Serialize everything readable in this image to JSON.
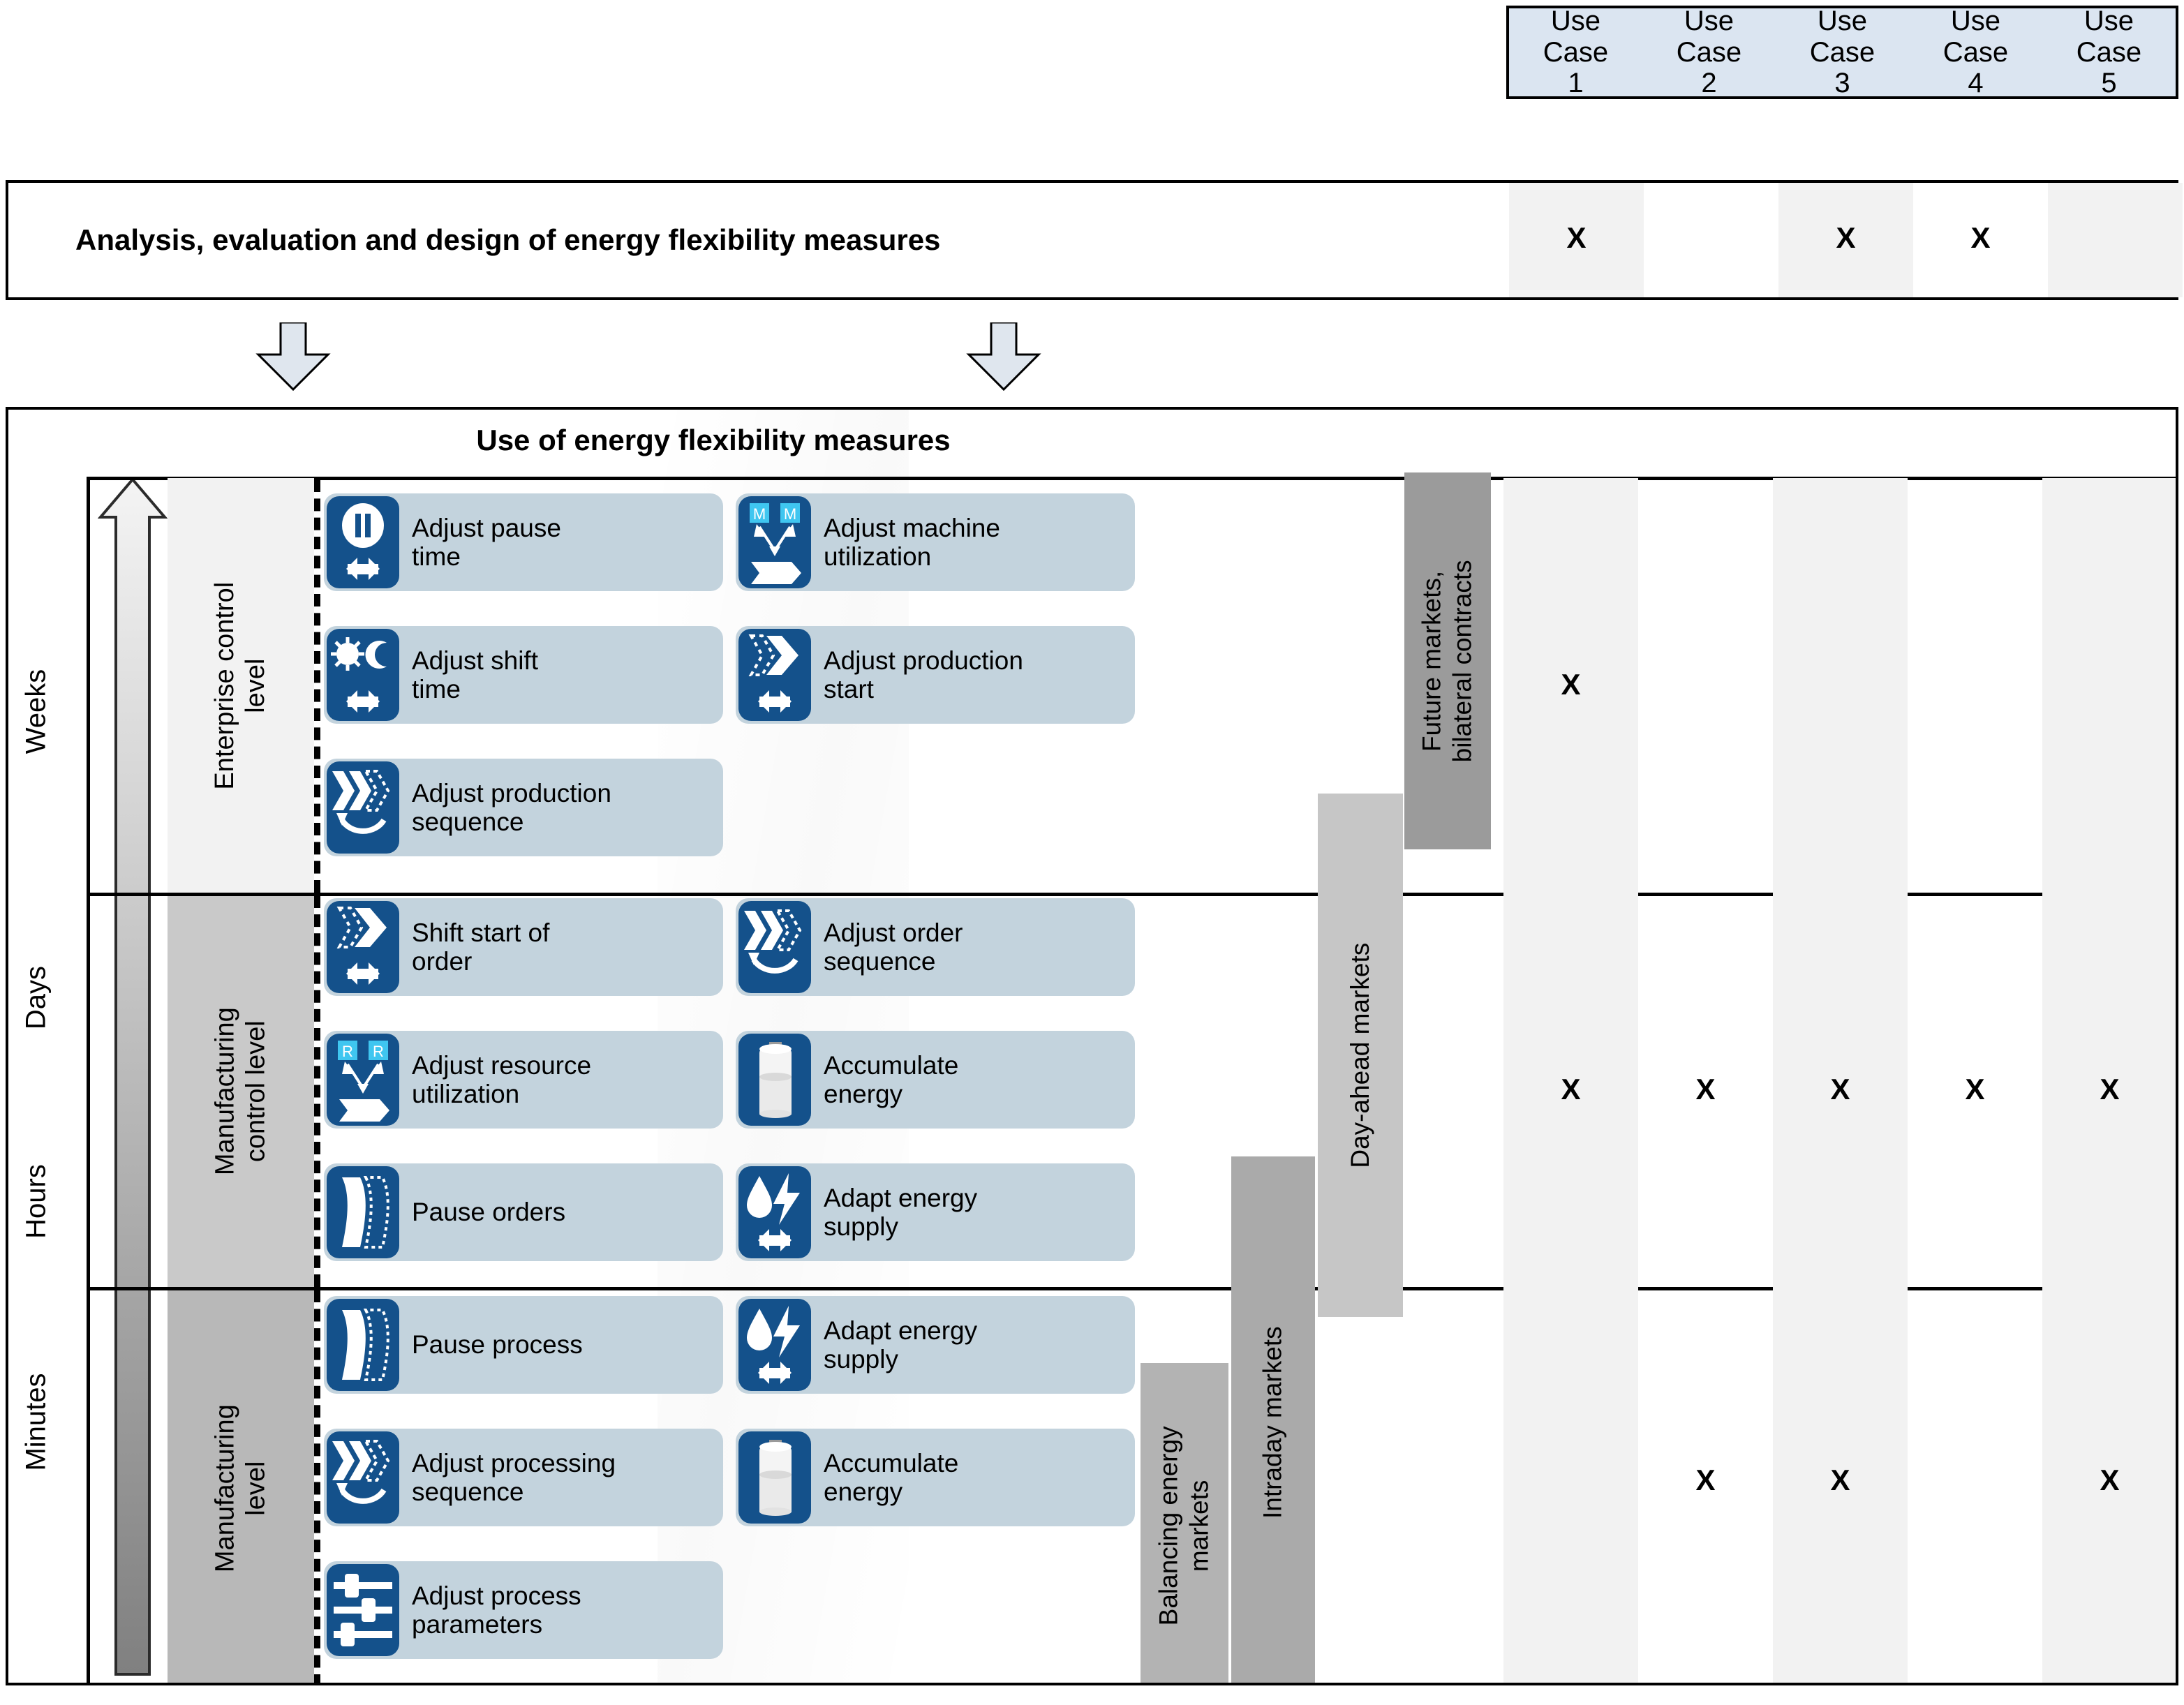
{
  "use_case_header": {
    "columns": [
      {
        "line1": "Use",
        "line2": "Case",
        "line3": "1"
      },
      {
        "line1": "Use",
        "line2": "Case",
        "line3": "2"
      },
      {
        "line1": "Use",
        "line2": "Case",
        "line3": "3"
      },
      {
        "line1": "Use",
        "line2": "Case",
        "line3": "4"
      },
      {
        "line1": "Use",
        "line2": "Case",
        "line3": "5"
      }
    ]
  },
  "analysis_row": {
    "label": "Analysis, evaluation and design of energy flexibility measures",
    "marks": [
      "X",
      "",
      "X",
      "X",
      ""
    ]
  },
  "arrows": {
    "glyph": "down-arrow",
    "count": 2
  },
  "main": {
    "title": "Use of energy flexibility measures",
    "time_axis": {
      "labels": [
        "Weeks",
        "Days",
        "Hours",
        "Minutes"
      ],
      "direction": "up"
    },
    "levels": [
      {
        "name": "Enterprise control level",
        "line1": "Enterprise control",
        "line2": "level",
        "fill": "#f2f2f2",
        "marks": [
          "X",
          "",
          "",
          "",
          ""
        ],
        "cards": [
          {
            "label_line1": "Adjust pause",
            "label_line2": "time",
            "icon": "pause-resize-icon"
          },
          {
            "label_line1": "Adjust machine",
            "label_line2": "utilization",
            "icon": "machine-allocation-icon"
          },
          {
            "label_line1": "Adjust shift",
            "label_line2": "time",
            "icon": "sun-moon-resize-icon"
          },
          {
            "label_line1": "Adjust production",
            "label_line2": "start",
            "icon": "chevron-shift-icon"
          },
          {
            "label_line1": "Adjust production",
            "label_line2": "sequence",
            "icon": "resequence-icon"
          }
        ]
      },
      {
        "name": "Manufacturing control level",
        "line1": "Manufacturing",
        "line2": "control level",
        "fill": "#c9c9c9",
        "marks": [
          "X",
          "X",
          "X",
          "X",
          "X"
        ],
        "cards": [
          {
            "label_line1": "Shift start of",
            "label_line2": "order",
            "icon": "chevron-shift-icon"
          },
          {
            "label_line1": "Adjust order",
            "label_line2": "sequence",
            "icon": "resequence-icon"
          },
          {
            "label_line1": "Adjust resource",
            "label_line2": "utilization",
            "icon": "resource-allocation-icon"
          },
          {
            "label_line1": "Accumulate",
            "label_line2": "energy",
            "icon": "battery-icon"
          },
          {
            "label_line1": "Pause orders",
            "label_line2": "",
            "icon": "pause-wave-icon"
          },
          {
            "label_line1": "Adapt energy",
            "label_line2": "supply",
            "icon": "energy-supply-icon"
          }
        ]
      },
      {
        "name": "Manufacturing level",
        "line1": "Manufacturing",
        "line2": "level",
        "fill": "#b8b8b8",
        "marks": [
          "",
          "X",
          "X",
          "",
          "X"
        ],
        "cards": [
          {
            "label_line1": "Pause process",
            "label_line2": "",
            "icon": "pause-wave-icon"
          },
          {
            "label_line1": "Adapt energy",
            "label_line2": "supply",
            "icon": "energy-supply-icon"
          },
          {
            "label_line1": "Adjust processing",
            "label_line2": "sequence",
            "icon": "resequence-icon"
          },
          {
            "label_line1": "Accumulate",
            "label_line2": "energy",
            "icon": "battery-icon"
          },
          {
            "label_line1": "Adjust process",
            "label_line2": "parameters",
            "icon": "sliders-icon"
          }
        ]
      }
    ],
    "markets": [
      {
        "label_line1": "Balancing energy",
        "label_line2": "markets",
        "fill": "#b3b3b3"
      },
      {
        "label_line1": "Intraday markets",
        "label_line2": "",
        "fill": "#aaaaaa"
      },
      {
        "label_line1": "Day-ahead markets",
        "label_line2": "",
        "fill": "#c6c6c6"
      },
      {
        "label_line1": "Future markets,",
        "label_line2": "bilateral contracts",
        "fill": "#9b9b9b"
      }
    ]
  },
  "colors": {
    "header_blue": "#dbe5f1",
    "icon_blue": "#14518b",
    "card_blue": "#c3d3dd",
    "accent_cyan": "#3fc6f0",
    "band_shade": "#f2f2f2"
  }
}
